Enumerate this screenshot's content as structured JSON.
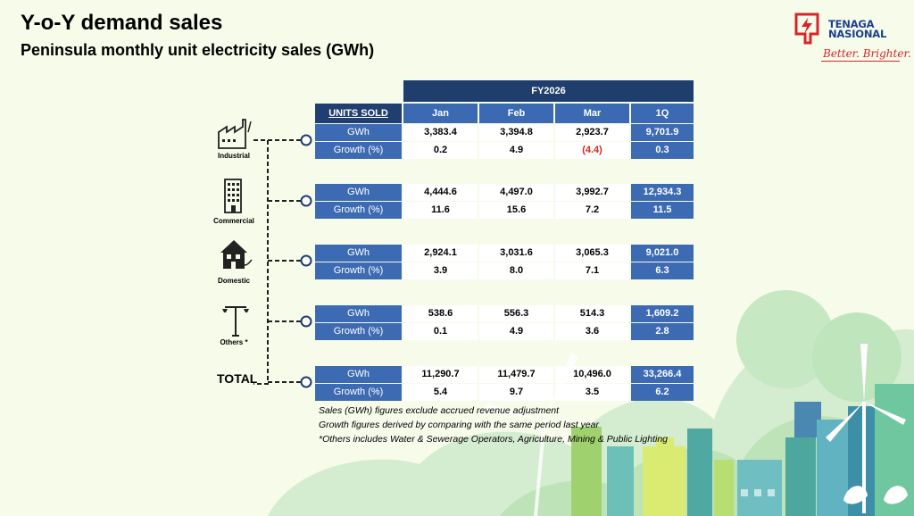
{
  "title": "Y-o-Y demand sales",
  "subtitle": "Peninsula monthly unit electricity sales (GWh)",
  "logo": {
    "line1": "TENAGA",
    "line2": "NASIONAL",
    "tagline": "Better. Brighter."
  },
  "table": {
    "fy_header": "FY2026",
    "units_sold_header": "UNITS SOLD",
    "columns": [
      "Jan",
      "Feb",
      "Mar",
      "1Q"
    ]
  },
  "sections": [
    {
      "name": "Industrial",
      "icon": "factory-icon",
      "gwh": {
        "label": "GWh",
        "values": [
          "3,383.4",
          "3,394.8",
          "2,923.7",
          "9,701.9"
        ]
      },
      "growth": {
        "label": "Growth (%)",
        "values": [
          "0.2",
          "4.9",
          "(4.4)",
          "0.3"
        ]
      }
    },
    {
      "name": "Commercial",
      "icon": "office-building-icon",
      "gwh": {
        "label": "GWh",
        "values": [
          "4,444.6",
          "4,497.0",
          "3,992.7",
          "12,934.3"
        ]
      },
      "growth": {
        "label": "Growth (%)",
        "values": [
          "11.6",
          "15.6",
          "7.2",
          "11.5"
        ]
      }
    },
    {
      "name": "Domestic",
      "icon": "house-plug-icon",
      "gwh": {
        "label": "GWh",
        "values": [
          "2,924.1",
          "3,031.6",
          "3,065.3",
          "9,021.0"
        ]
      },
      "growth": {
        "label": "Growth (%)",
        "values": [
          "3.9",
          "8.0",
          "7.1",
          "6.3"
        ]
      }
    },
    {
      "name": "Others *",
      "icon": "street-lamp-icon",
      "gwh": {
        "label": "GWh",
        "values": [
          "538.6",
          "556.3",
          "514.3",
          "1,609.2"
        ]
      },
      "growth": {
        "label": "Growth (%)",
        "values": [
          "0.1",
          "4.9",
          "3.6",
          "2.8"
        ]
      }
    },
    {
      "name": "TOTAL",
      "icon": "",
      "gwh": {
        "label": "GWh",
        "values": [
          "11,290.7",
          "11,479.7",
          "10,496.0",
          "33,266.4"
        ]
      },
      "growth": {
        "label": "Growth (%)",
        "values": [
          "5.4",
          "9.7",
          "3.5",
          "6.2"
        ]
      }
    }
  ],
  "notes": [
    "Sales (GWh) figures exclude accrued revenue adjustment",
    "Growth figures derived by comparing with the same period last year",
    "*Others includes Water & Sewerage Operators, Agriculture, Mining & Public Lighting"
  ],
  "colors": {
    "header_dark": "#1f3d6d",
    "header_blue": "#3b6ab2",
    "negative": "#e2231a",
    "background": "#f6fbea"
  }
}
